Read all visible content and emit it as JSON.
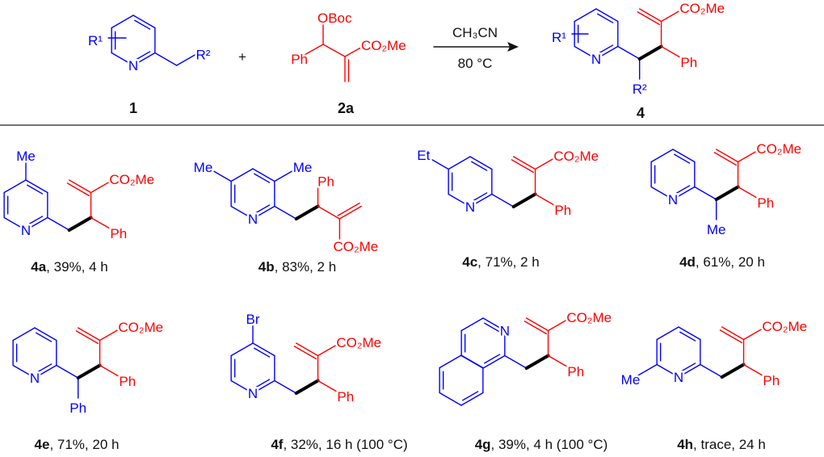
{
  "colors": {
    "pyridine": "#0000FF",
    "allyl": "#FF0000",
    "new_bond": "#000000",
    "text": "#111111"
  },
  "scheme": {
    "reactant1": {
      "id": "1",
      "r1": "R¹",
      "r2": "R²",
      "n": "N"
    },
    "plus": "+",
    "reactant2": {
      "id": "2a",
      "oboc": "OBoc",
      "ph": "Ph",
      "ester": "CO₂Me"
    },
    "conditions": {
      "solvent": "CH₃CN",
      "temperature": "80 °C"
    },
    "product": {
      "id": "4",
      "r1": "R¹",
      "r2": "R²",
      "n": "N",
      "ph": "Ph",
      "ester": "CO₂Me"
    }
  },
  "compounds": [
    {
      "id": "4a",
      "result": ", 39%, 4 h",
      "n": "N",
      "sub": "Me",
      "ph": "Ph",
      "ester": "CO₂Me"
    },
    {
      "id": "4b",
      "result": ", 83%, 2 h",
      "n": "N",
      "sub": "Me",
      "sub2": "Me",
      "ph": "Ph",
      "ester": "CO₂Me"
    },
    {
      "id": "4c",
      "result": ", 71%, 2 h",
      "n": "N",
      "sub": "Et",
      "ph": "Ph",
      "ester": "CO₂Me"
    },
    {
      "id": "4d",
      "result": ", 61%, 20 h",
      "n": "N",
      "sub": "Me",
      "ph": "Ph",
      "ester": "CO₂Me"
    },
    {
      "id": "4e",
      "result": ", 71%, 20 h",
      "n": "N",
      "sub": "Ph",
      "ph": "Ph",
      "ester": "CO₂Me"
    },
    {
      "id": "4f",
      "result": ", 32%, 16 h (100 °C)",
      "n": "N",
      "sub": "Br",
      "ph": "Ph",
      "ester": "CO₂Me"
    },
    {
      "id": "4g",
      "result": ", 39%, 4 h (100 °C)",
      "n": "N",
      "ph": "Ph",
      "ester": "CO₂Me"
    },
    {
      "id": "4h",
      "result": ", trace, 24 h",
      "n": "N",
      "sub": "Me",
      "ph": "Ph",
      "ester": "CO₂Me"
    }
  ]
}
